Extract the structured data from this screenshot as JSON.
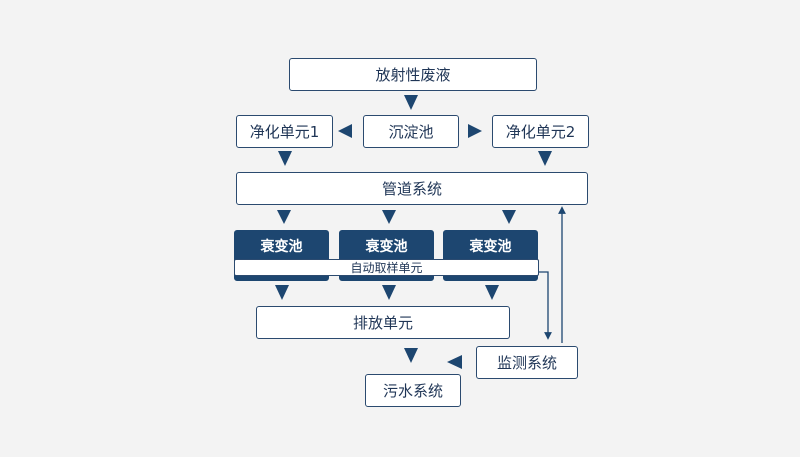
{
  "colors": {
    "background": "#f3f3f3",
    "box_border": "#2b4a6f",
    "dark_fill": "#1d4670",
    "text": "#1f3556",
    "arrow": "#1d4670"
  },
  "nodes": {
    "radioactive_waste": "放射性废液",
    "purification_unit_1": "净化单元1",
    "sedimentation_tank": "沉淀池",
    "purification_unit_2": "净化单元2",
    "pipeline_system": "管道系统",
    "decay_tanks": [
      "衰变池",
      "衰变池",
      "衰变池"
    ],
    "auto_sampling_unit": "自动取样单元",
    "discharge_unit": "排放单元",
    "monitoring_system": "监测系统",
    "sewage_system": "污水系统"
  }
}
